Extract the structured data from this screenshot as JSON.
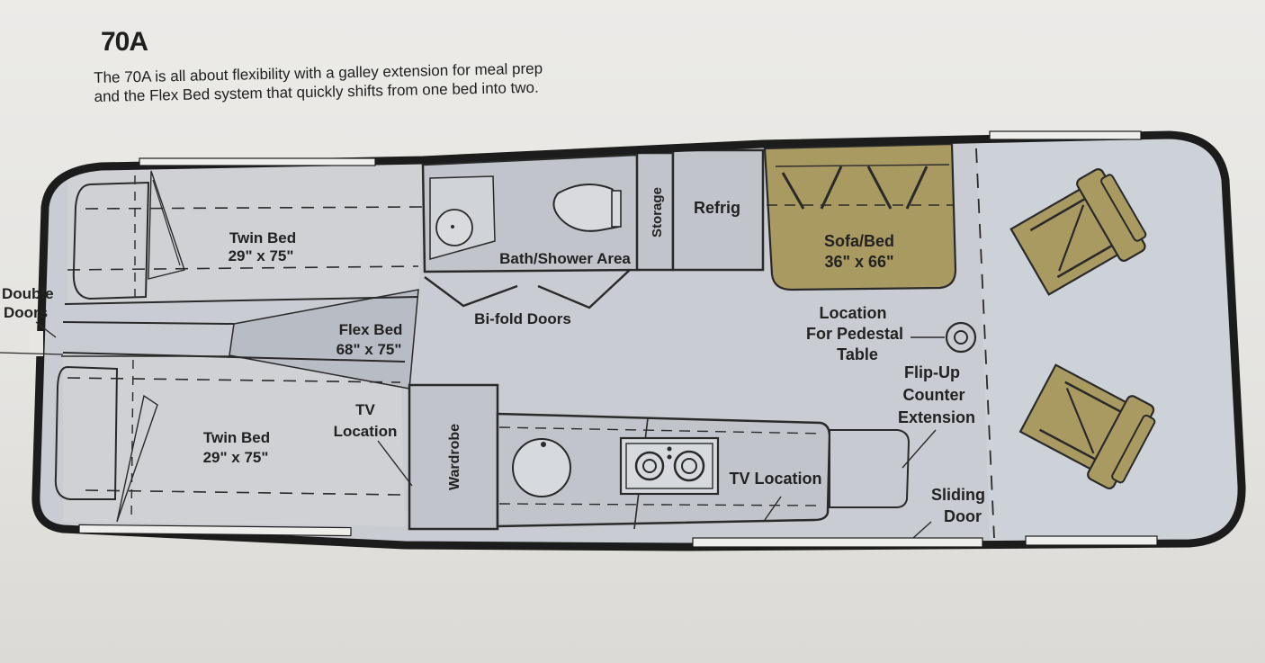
{
  "header": {
    "model": "70A",
    "description_line1": "The 70A is all about flexibility with a galley extension for meal prep",
    "description_line2": "and the Flex Bed system that quickly shifts from one bed into two."
  },
  "labels": {
    "twin_bed_top": "Twin Bed",
    "twin_bed_top_size": "29\" x 75\"",
    "twin_bed_bottom": "Twin Bed",
    "twin_bed_bottom_size": "29\" x 75\"",
    "flex_bed": "Flex Bed",
    "flex_bed_size": "68\" x 75\"",
    "double_doors_1": "Double",
    "double_doors_2": "Doors",
    "bath": "Bath/Shower Area",
    "storage": "Storage",
    "refrig": "Refrig",
    "sofa_bed": "Sofa/Bed",
    "sofa_bed_size": "36\" x 66\"",
    "bifold": "Bi-fold Doors",
    "pedestal_1": "Location",
    "pedestal_2": "For Pedestal",
    "pedestal_3": "Table",
    "flipup_1": "Flip-Up",
    "flipup_2": "Counter",
    "flipup_3": "Extension",
    "tv_loc_1": "TV",
    "tv_loc_2": "Location",
    "wardrobe": "Wardrobe",
    "tv_location": "TV Location",
    "sliding_1": "Sliding",
    "sliding_2": "Door"
  },
  "colors": {
    "floor": "#c9ccd2",
    "wall": "#1c1c1c",
    "window": "#eeeeec",
    "tan": "#a99a62",
    "line": "#2a2a2a"
  }
}
